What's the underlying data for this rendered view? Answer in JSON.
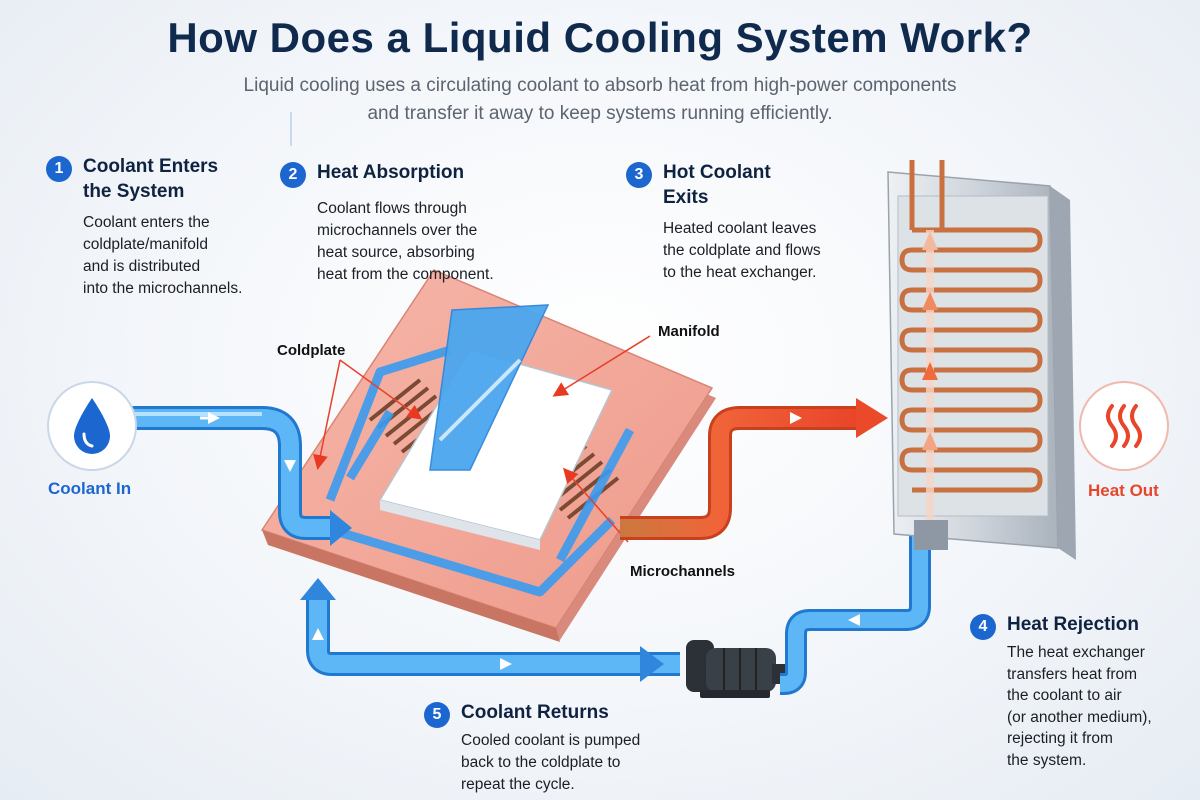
{
  "title": "How Does a Liquid Cooling System Work?",
  "subtitle_line1": "Liquid cooling uses a circulating coolant to absorb heat from high-power components",
  "subtitle_line2": "and transfer it away to keep systems running efficiently.",
  "steps": [
    {
      "number": "1",
      "heading_l1": "Coolant Enters",
      "heading_l2": "the System",
      "body": [
        "Coolant enters the",
        "coldplate/manifold",
        "and is distributed",
        "into the microchannels."
      ]
    },
    {
      "number": "2",
      "heading_l1": "Heat Absorption",
      "heading_l2": "",
      "body": [
        "Coolant flows through",
        "microchannels over the",
        "heat source, absorbing",
        "heat from the component."
      ]
    },
    {
      "number": "3",
      "heading_l1": "Hot Coolant",
      "heading_l2": "Exits",
      "body": [
        "Heated coolant leaves",
        "the coldplate and flows",
        "to the heat exchanger."
      ]
    },
    {
      "number": "4",
      "heading_l1": "Heat Rejection",
      "heading_l2": "",
      "body": [
        "The heat exchanger",
        "transfers heat from",
        "the coolant to air",
        "(or another medium),",
        "rejecting it from",
        "the system."
      ]
    },
    {
      "number": "5",
      "heading_l1": "Coolant Returns",
      "heading_l2": "",
      "body": [
        "Cooled coolant is pumped",
        "back to the coldplate to",
        "repeat the cycle."
      ]
    }
  ],
  "labels": {
    "coldplate": "Coldplate",
    "manifold": "Manifold",
    "microchannels": "Microchannels"
  },
  "coolant_in": {
    "label": "Coolant In",
    "icon": "water-drop-icon",
    "color": "#1c66d0"
  },
  "heat_out": {
    "label": "Heat Out",
    "icon": "heat-waves-icon",
    "color": "#e8452b"
  },
  "colors": {
    "cold_pipe": "#4aa6ee",
    "hot_pipe": "#ef5a30",
    "coldplate": "#f2a799",
    "copper": "#c8703f",
    "exchanger": "#c9ced6"
  }
}
